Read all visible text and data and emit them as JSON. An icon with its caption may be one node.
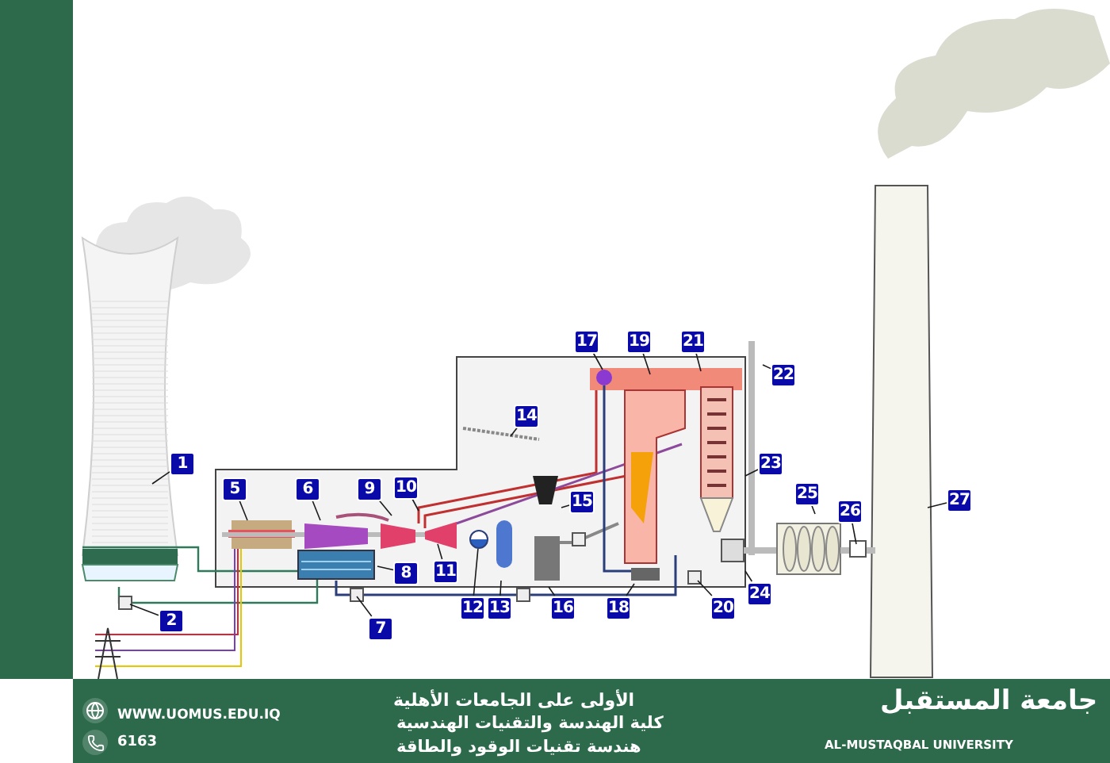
{
  "diagram": {
    "nodes": [
      {
        "text": [
          "1"
        ]
      },
      {
        "text": [
          "2"
        ]
      },
      {
        "text": [
          "5"
        ]
      },
      {
        "text": [
          "6"
        ]
      },
      {
        "text": [
          "7"
        ]
      },
      {
        "text": [
          "8"
        ]
      },
      {
        "text": [
          "9"
        ]
      },
      {
        "text": [
          "10"
        ]
      },
      {
        "text": [
          "11"
        ]
      },
      {
        "text": [
          "12"
        ]
      },
      {
        "text": [
          "13"
        ]
      },
      {
        "text": [
          "14"
        ]
      },
      {
        "text": [
          "15"
        ]
      },
      {
        "text": [
          "16"
        ]
      },
      {
        "text": [
          "17"
        ]
      },
      {
        "text": [
          "18"
        ]
      },
      {
        "text": [
          "19"
        ]
      },
      {
        "text": [
          "20"
        ]
      },
      {
        "text": [
          "21"
        ]
      },
      {
        "text": [
          "22"
        ]
      },
      {
        "text": [
          "23"
        ]
      },
      {
        "text": [
          "24"
        ]
      },
      {
        "text": [
          "25"
        ]
      },
      {
        "text": [
          "26"
        ]
      },
      {
        "text": [
          "27"
        ]
      },
      {
        "text": [],
        "shape": "circle"
      },
      {
        "text": [],
        "shape": "box"
      }
    ],
    "edges": [
      {
        "from": 0,
        "to": null,
        "arrow": "none"
      },
      {
        "from": 1,
        "to": null,
        "arrow": "none"
      },
      {
        "from": 2,
        "to": null,
        "arrow": "none"
      },
      {
        "from": 3,
        "to": null,
        "arrow": "none"
      },
      {
        "from": 4,
        "to": null,
        "arrow": "none"
      },
      {
        "from": 5,
        "to": null,
        "arrow": "none"
      },
      {
        "from": 6,
        "to": null,
        "arrow": "none"
      },
      {
        "from": 7,
        "to": null,
        "arrow": "none"
      },
      {
        "from": 8,
        "to": 26,
        "arrow": "none"
      },
      {
        "from": 9,
        "to": 25,
        "arrow": "none"
      },
      {
        "from": 10,
        "to": null,
        "arrow": "none"
      },
      {
        "from": 11,
        "to": null,
        "arrow": "none"
      },
      {
        "from": 12,
        "to": null,
        "arrow": "none"
      },
      {
        "from": 13,
        "to": null,
        "arrow": "none"
      },
      {
        "from": 14,
        "to": null,
        "arrow": "none"
      },
      {
        "from": 15,
        "to": null,
        "arrow": "none"
      },
      {
        "from": 16,
        "to": null,
        "arrow": "none"
      },
      {
        "from": 17,
        "to": null,
        "arrow": "none"
      },
      {
        "from": 18,
        "to": null,
        "arrow": "none"
      },
      {
        "from": 19,
        "to": null,
        "arrow": "none"
      },
      {
        "from": 20,
        "to": null,
        "arrow": "none"
      },
      {
        "from": 21,
        "to": null,
        "arrow": "none"
      },
      {
        "from": 22,
        "to": null,
        "arrow": "none"
      },
      {
        "from": 23,
        "to": null,
        "arrow": "none"
      },
      {
        "from": 24,
        "to": null,
        "arrow": "none"
      }
    ],
    "labels": [
      "WWW.UOMUS.EDU.IQ",
      "6163",
      "الأولى على الجامعات الأهلية",
      "كلية الهندسة والتقنيات الهندسية",
      "هندسة تقنيات الوقود والطاقة",
      "جامعة المستقبل",
      "AL-MUSTAQBAL UNIVERSITY"
    ]
  }
}
